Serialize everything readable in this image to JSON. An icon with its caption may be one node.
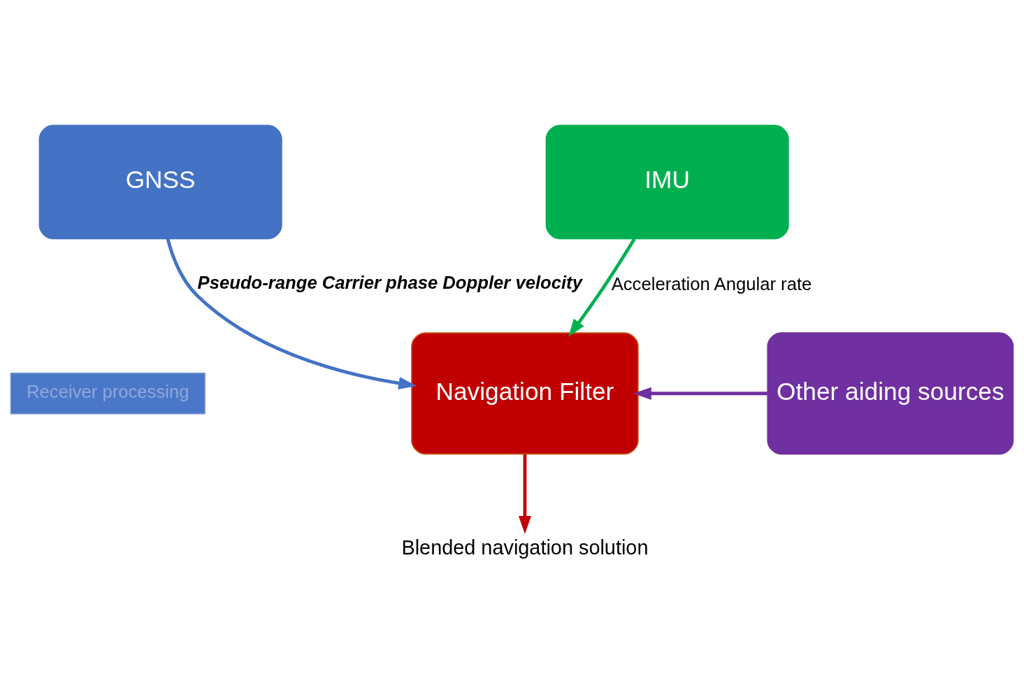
{
  "diagram": {
    "nodes": [
      {
        "text": [
          "GNSS"
        ]
      },
      {
        "text": [
          "Receiver processing"
        ]
      },
      {
        "text": [
          "IMU"
        ]
      },
      {
        "text": [
          "Navigation Filter"
        ]
      },
      {
        "text": [
          "Other aiding sources"
        ]
      },
      {
        "text": [
          "Blended navigation solution"
        ]
      }
    ],
    "edges": [
      {
        "from": 0,
        "to": 3,
        "arrow": "to",
        "label": "Pseudo-range Carrier phase Doppler velocity",
        "color": "#4472c4"
      },
      {
        "from": 2,
        "to": 3,
        "arrow": "to",
        "label": "Acceleration Angular rate",
        "color": "#00b050"
      },
      {
        "from": 4,
        "to": 3,
        "arrow": "to",
        "color": "#7030a0"
      },
      {
        "from": 3,
        "to": 5,
        "arrow": "to",
        "color": "#c00000"
      }
    ]
  }
}
